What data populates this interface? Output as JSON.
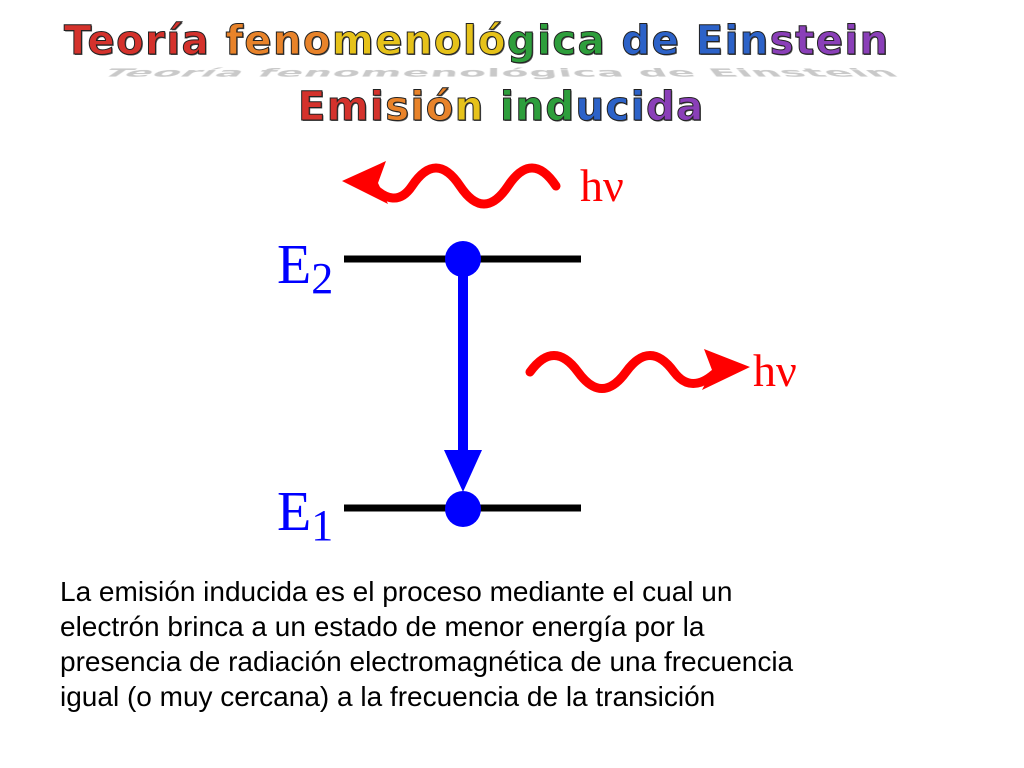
{
  "slide": {
    "title_line1": "Teoría fenomenológica de Einstein",
    "title_line2": "Emisión inducida"
  },
  "diagram": {
    "upper_level": {
      "letter": "E",
      "subscript": "2"
    },
    "lower_level": {
      "letter": "E",
      "subscript": "1"
    },
    "photon_incoming_label": "hν",
    "photon_emitted_label": "hν"
  },
  "description": {
    "lines": [
      "La emisión inducida es el proceso mediante el cual un",
      "electrón brinca a un estado de menor energía por la",
      "presencia de radiación electromagnética de una frecuencia",
      "igual (o muy cercana) a la frecuencia de la transición"
    ]
  },
  "colors": {
    "level_line": "#000000",
    "electron": "#0000ff",
    "transition_arrow": "#0000ff",
    "photon_wave": "#ff0000",
    "energy_label": "#0000ff",
    "photon_label": "#ff0000",
    "title_palette": [
      "#d4322c",
      "#e8832a",
      "#e6c21a",
      "#2e9e3c",
      "#2c62c8",
      "#8a3fb8"
    ]
  }
}
